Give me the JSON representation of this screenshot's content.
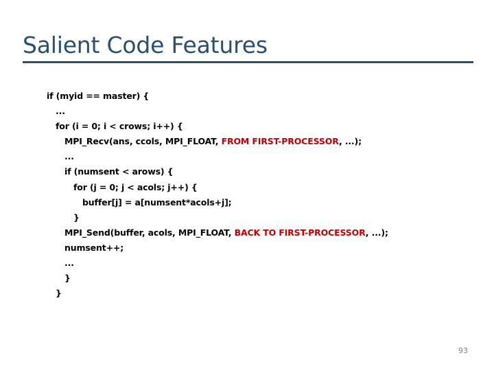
{
  "slide": {
    "title": "Salient Code Features",
    "page_number": "93",
    "accent_color": "#28506f",
    "highlight_color": "#c00000",
    "background_color": "#ffffff",
    "page_number_color": "#808080"
  },
  "code": {
    "language": "c-mpi",
    "lines": [
      {
        "indent": 0,
        "segments": [
          {
            "text": "if (myid == master) {",
            "style": "plain"
          }
        ]
      },
      {
        "indent": 1,
        "segments": [
          {
            "text": "...",
            "style": "plain"
          }
        ]
      },
      {
        "indent": 1,
        "segments": [
          {
            "text": "for (i = 0; i < crows; i++) {",
            "style": "plain"
          }
        ]
      },
      {
        "indent": 2,
        "segments": [
          {
            "text": "MPI_Recv(ans, ccols, MPI_FLOAT, ",
            "style": "plain"
          },
          {
            "text": "FROM FIRST-PROCESSOR",
            "style": "highlight"
          },
          {
            "text": ", ...);",
            "style": "plain"
          }
        ]
      },
      {
        "indent": 2,
        "segments": [
          {
            "text": "...",
            "style": "plain"
          }
        ]
      },
      {
        "indent": 2,
        "segments": [
          {
            "text": "if (numsent < arows) {",
            "style": "plain"
          }
        ]
      },
      {
        "indent": 3,
        "segments": [
          {
            "text": "for (j = 0; j < acols; j++) {",
            "style": "plain"
          }
        ]
      },
      {
        "indent": 4,
        "segments": [
          {
            "text": "buffer[j] = a[numsent*acols+j];",
            "style": "plain"
          }
        ]
      },
      {
        "indent": 3,
        "segments": [
          {
            "text": "}",
            "style": "plain"
          }
        ]
      },
      {
        "indent": 2,
        "segments": [
          {
            "text": "MPI_Send(buffer, acols, MPI_FLOAT, ",
            "style": "plain"
          },
          {
            "text": "BACK TO FIRST-PROCESSOR",
            "style": "highlight"
          },
          {
            "text": ", ...);",
            "style": "plain"
          }
        ]
      },
      {
        "indent": 2,
        "segments": [
          {
            "text": "numsent++;",
            "style": "plain"
          }
        ]
      },
      {
        "indent": 2,
        "segments": [
          {
            "text": "...",
            "style": "plain"
          }
        ]
      },
      {
        "indent": 2,
        "segments": [
          {
            "text": "}",
            "style": "plain"
          }
        ]
      },
      {
        "indent": 1,
        "segments": [
          {
            "text": "}",
            "style": "plain"
          }
        ]
      }
    ]
  }
}
